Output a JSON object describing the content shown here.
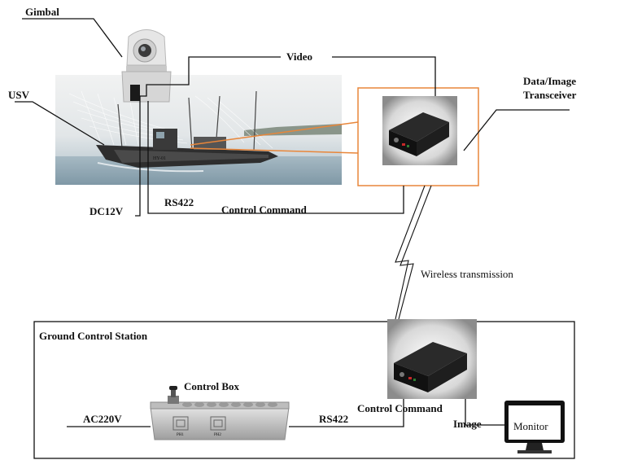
{
  "labels": {
    "gimbal": "Gimbal",
    "usv": "USV",
    "video": "Video",
    "transceiver_line1": "Data/Image",
    "transceiver_line2": "Transceiver",
    "dc12v": "DC12V",
    "rs422_top": "RS422",
    "control_command_top": "Control Command",
    "wireless": "Wireless transmission",
    "ground_station": "Ground Control Station",
    "control_box": "Control Box",
    "control_command_bottom": "Control Command",
    "ac220v": "AC220V",
    "rs422_bottom": "RS422",
    "image": "Image",
    "monitor": "Monitor",
    "boat_marking": "HY-01",
    "ptz1": "PH1",
    "ptz2": "PH2"
  },
  "colors": {
    "line": "#111111",
    "highlight": "#e8863a",
    "device": "#1c1c1c",
    "device_accent": "#2e7d32",
    "water": "#9ab0bc",
    "sky": "#e9ecee"
  }
}
